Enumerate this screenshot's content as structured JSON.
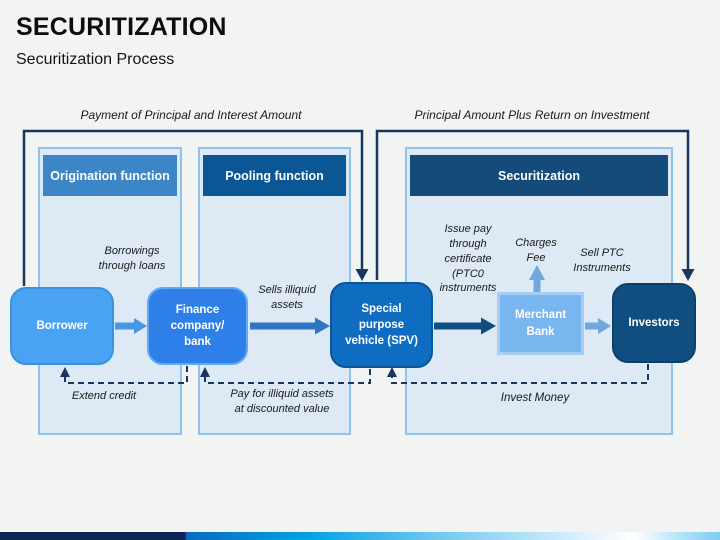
{
  "slide": {
    "title": "SECURITIZATION",
    "subtitle": "Securitization Process"
  },
  "top_flows": {
    "payment": "Payment of Principal and Interest Amount",
    "return": "Principal Amount Plus Return on Investment"
  },
  "panels": {
    "origination": {
      "label": "Origination function",
      "header_color": "#3c86c8"
    },
    "pooling": {
      "label": "Pooling function",
      "header_color": "#0b5796"
    },
    "securitization": {
      "label": "Securitization",
      "header_color": "#154b7a"
    }
  },
  "nodes": {
    "borrower": {
      "label": "Borrower",
      "fill": "#49a3f2"
    },
    "finance": {
      "label": "Finance company/ bank",
      "fill": "#2e80e8"
    },
    "spv": {
      "label": "Special purpose vehicle (SPV)",
      "fill": "#0e6dc0"
    },
    "merchant": {
      "label": "Merchant Bank",
      "fill": "#79b6f0"
    },
    "investors": {
      "label": "Investors",
      "fill": "#0f4e7e"
    }
  },
  "flow_labels": {
    "borrowings": "Borrowings through loans",
    "sells_illiquid": "Sells illiquid assets",
    "issue_ptc": "Issue pay through certificate (PTC0 instruments",
    "charges_fee": "Charges Fee",
    "sell_ptc": "Sell PTC Instruments",
    "extend_credit": "Extend credit",
    "pay_illiquid": "Pay for illiquid assets at discounted value",
    "invest_money": "Invest Money"
  },
  "colors": {
    "bracket_line": "#17375e",
    "dashed_line": "#17375e",
    "arrow_borrower_finance": "#4796e8",
    "arrow_finance_spv": "#2e75c6",
    "arrow_spv_merchant": "#0d4d80",
    "arrow_merchant_investors": "#6fa8dc",
    "arrow_charges_fee": "#6fa8dc",
    "panel_fill": "#dde9f4",
    "panel_border": "#8fc3ef",
    "slide_background": "#f2f3f3",
    "bottom_bar_navy": "#0e2357",
    "bottom_bar_blue": "#019fe4"
  }
}
